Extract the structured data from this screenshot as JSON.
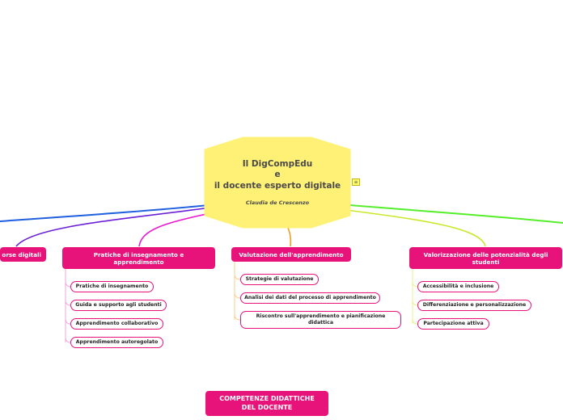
{
  "central": {
    "title": "Il DigCompEdu\ne\nil docente esperto digitale",
    "subtitle": "Claudia de Crescenzo",
    "note_icon": "note-icon"
  },
  "colors": {
    "topic_fill": "#e8137a",
    "central_fill": "#fff176",
    "branch_blue": "#1f5fe0",
    "branch_purple": "#6a1fd6",
    "branch_magenta": "#e81bd0",
    "branch_orange": "#f0a020",
    "branch_yellow": "#c8e82a",
    "branch_green": "#55ee2a"
  },
  "topics": [
    {
      "label": "orse digitali",
      "subtopics": []
    },
    {
      "label": "Pratiche di insegnamento e\napprendimento",
      "subtopics": [
        "Pratiche di insegnamento",
        "Guida e supporto agli studenti",
        "Apprendimento collaborativo",
        "Apprendimento autoregolato"
      ]
    },
    {
      "label": "Valutazione dell'apprendimento",
      "subtopics": [
        "Strategie di valutazione",
        "Analisi dei dati del processo di apprendimento",
        "Riscontro sull'apprendimento e pianificazione\ndidattica"
      ]
    },
    {
      "label": "Valorizzazione delle potenzialità degli\nstudenti",
      "subtopics": [
        "Accessibilità e inclusione",
        "Differenziazione e personalizzazione",
        "Partecipazione attiva"
      ]
    }
  ],
  "footer": {
    "label": "COMPETENZE DIDATTICHE\nDEL DOCENTE"
  }
}
